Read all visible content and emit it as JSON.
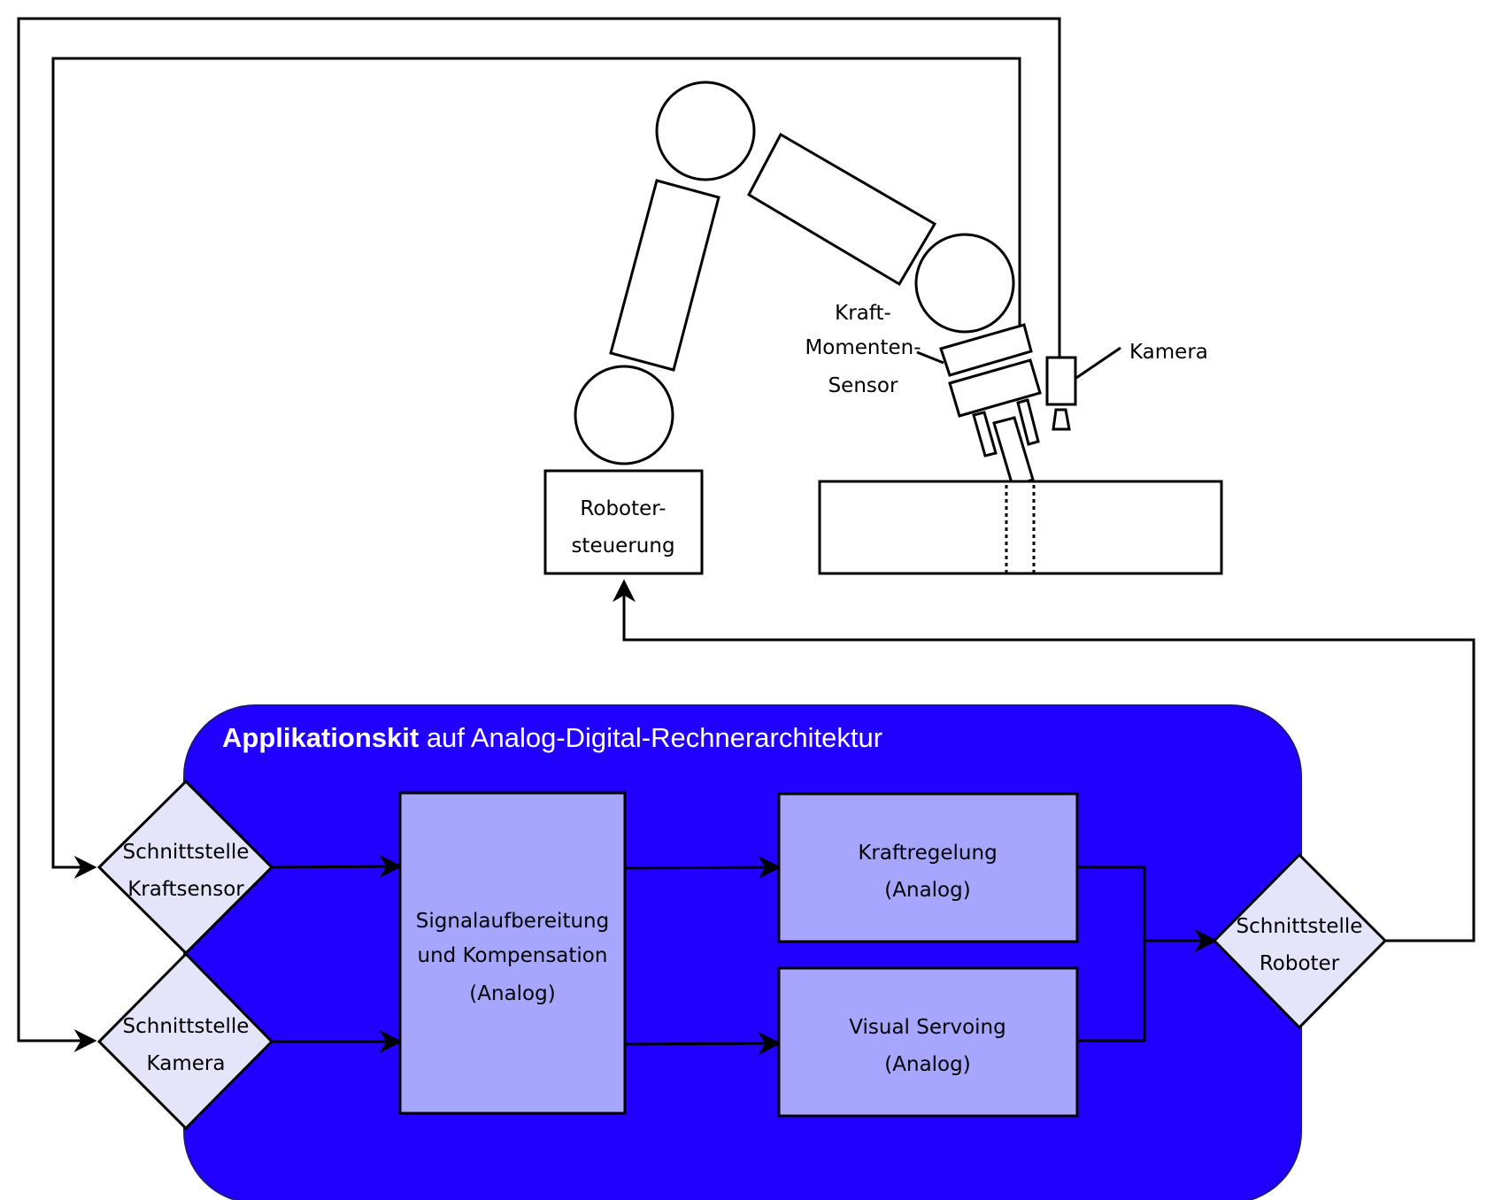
{
  "container": {
    "title_bold": "Applikationskit",
    "title_rest": " auf Analog-Digital-Rechnerarchitektur",
    "fill_color": "#2200ff",
    "block_color": "#a6a6ff",
    "interface_color": "#e4e4fa"
  },
  "interfaces": {
    "kraftsensor": {
      "line1": "Schnittstelle",
      "line2": "Kraftsensor"
    },
    "kamera": {
      "line1": "Schnittstelle",
      "line2": "Kamera"
    },
    "roboter": {
      "line1": "Schnittstelle",
      "line2": "Roboter"
    }
  },
  "blocks": {
    "signal": {
      "line1": "Signalaufbereitung",
      "line2": "und Kompensation",
      "line3": "(Analog)"
    },
    "kraftregelung": {
      "line1": "Kraftregelung",
      "line2": "(Analog)"
    },
    "visual_servoing": {
      "line1": "Visual Servoing",
      "line2": "(Analog)"
    }
  },
  "robot": {
    "controller": {
      "line1": "Roboter-",
      "line2": "steuerung"
    },
    "sensor_label": {
      "line1": "Kraft-",
      "line2": "Momenten-",
      "line3": "Sensor"
    },
    "camera_label": "Kamera"
  }
}
